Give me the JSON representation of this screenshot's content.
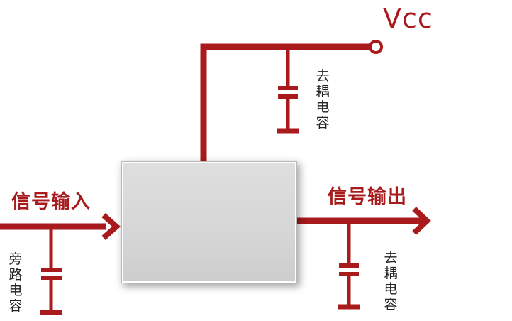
{
  "labels": {
    "vcc": "Vcc",
    "signal_input": "信号输入",
    "signal_output": "信号输出",
    "decoupling_cap_top": "去耦电容",
    "bypass_cap": "旁路电容",
    "decoupling_cap_right": "去耦电容"
  },
  "colors": {
    "wire": "#a81a1c",
    "chip": "#d9d9d9",
    "text": "#222222"
  }
}
